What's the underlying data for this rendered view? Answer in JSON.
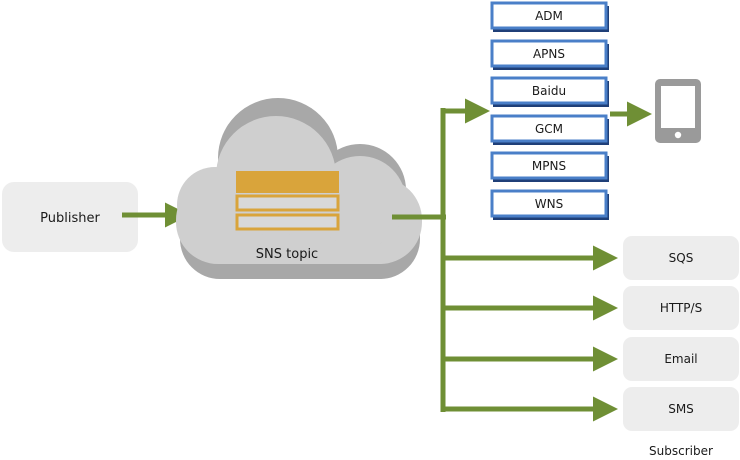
{
  "publisher": {
    "label": "Publisher"
  },
  "topic": {
    "label": "SNS topic"
  },
  "push_services": [
    {
      "label": "ADM"
    },
    {
      "label": "APNS"
    },
    {
      "label": "Baidu"
    },
    {
      "label": "GCM"
    },
    {
      "label": "MPNS"
    },
    {
      "label": "WNS"
    }
  ],
  "subscribers": [
    {
      "label": "SQS"
    },
    {
      "label": "HTTP/S"
    },
    {
      "label": "Email"
    },
    {
      "label": "SMS"
    }
  ],
  "subscriber_caption": "Subscriber",
  "colors": {
    "arrow": "#6f8f35",
    "node_fill": "#ededed",
    "cloud": "#cfcfcf",
    "cloud_shadow": "#a8a8a8",
    "topic_gold": "#d9a43b",
    "service_border": "#4a7fc8",
    "service_shadow": "#1f3f78",
    "device": "#9a9a9a"
  },
  "icons": {
    "device": "mobile-device-icon"
  }
}
